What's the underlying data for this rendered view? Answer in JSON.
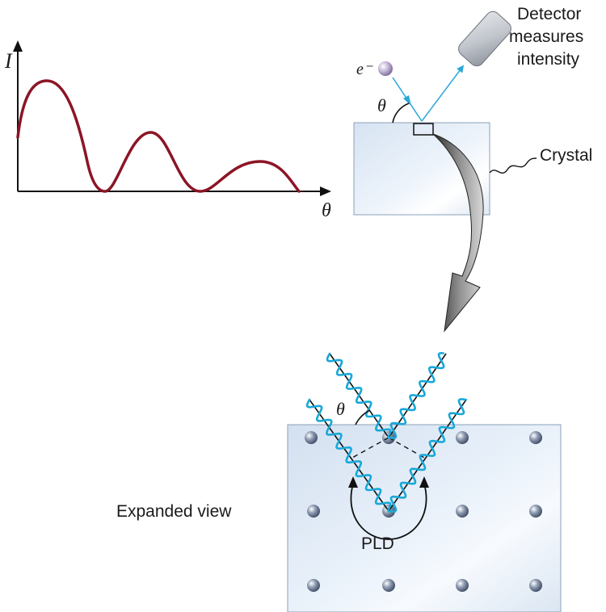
{
  "graph": {
    "y_label": "I",
    "x_label": "θ",
    "curve_color": "#8b1526"
  },
  "apparatus": {
    "electron_label": "e⁻",
    "angle_label": "θ",
    "detector_label": [
      "Detector",
      "measures",
      "intensity"
    ],
    "crystal_label": "Crystal",
    "beam_color": "#2aa7d8"
  },
  "expanded": {
    "caption": "Expanded view",
    "angle_label": "θ",
    "pld_label": "PLD",
    "wave_color": "#18a8d8"
  }
}
